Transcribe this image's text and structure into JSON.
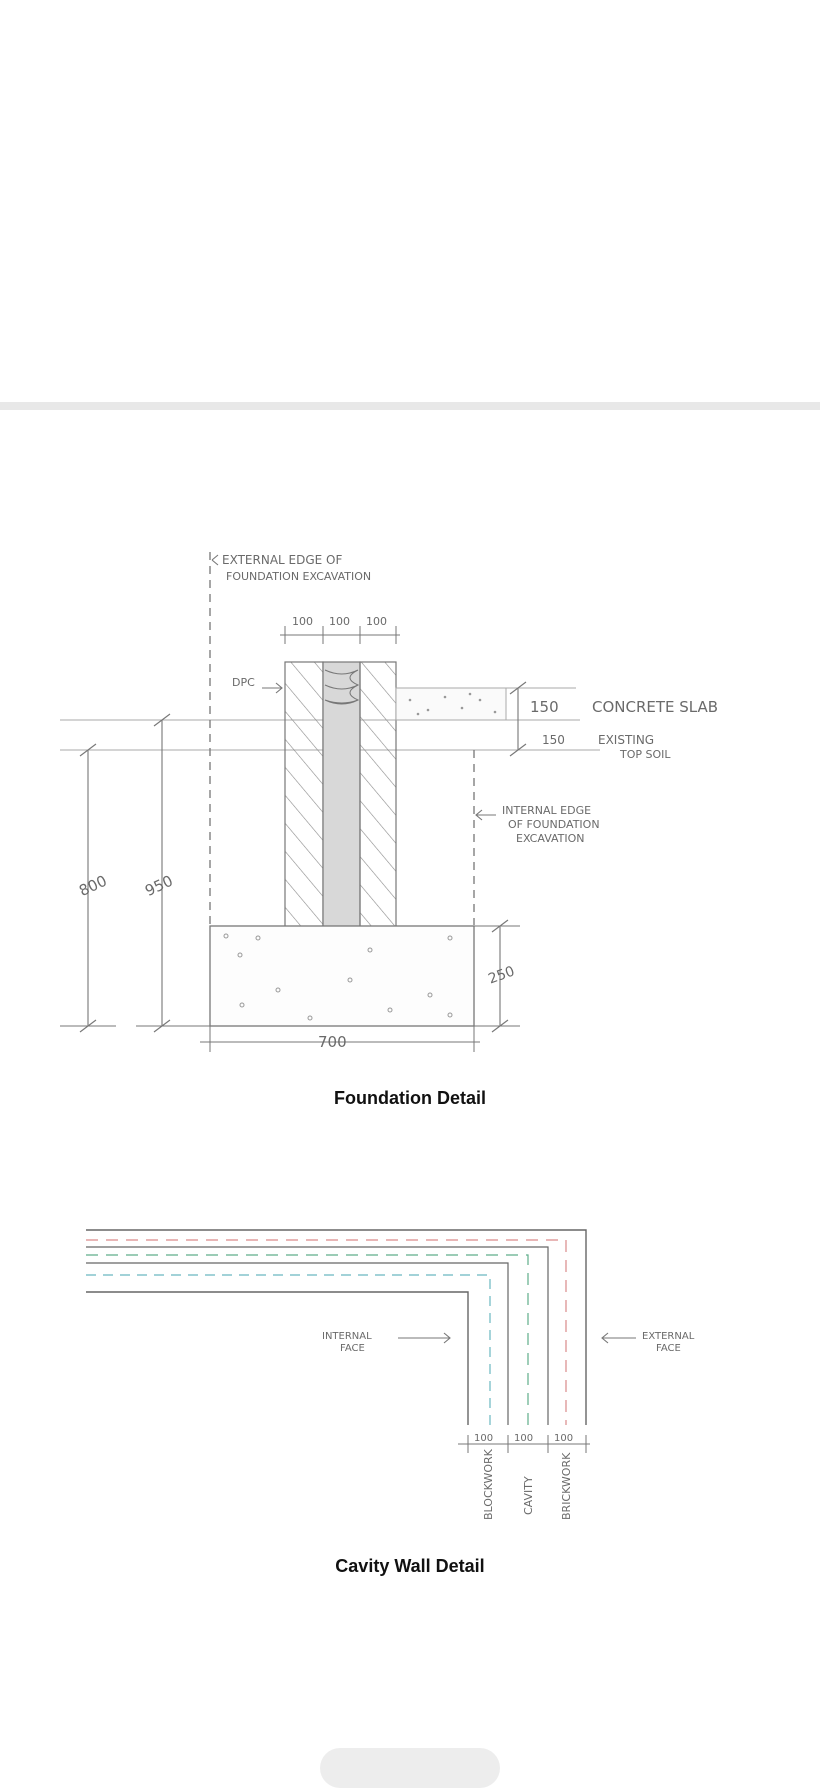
{
  "foundation": {
    "caption": "Foundation Detail",
    "labels": {
      "external_edge_1": "EXTERNAL EDGE OF",
      "external_edge_2": "FOUNDATION EXCAVATION",
      "dim_100_a": "100",
      "dim_100_b": "100",
      "dim_100_c": "100",
      "dpc": "DPC",
      "dim_150_slab": "150",
      "concrete_slab": "CONCRETE SLAB",
      "dim_150_soil": "150",
      "existing": "EXISTING",
      "top_soil": "TOP SOIL",
      "internal_edge_1": "INTERNAL EDGE",
      "internal_edge_2": "OF FOUNDATION",
      "internal_edge_3": "EXCAVATION",
      "dim_800": "800",
      "dim_950": "950",
      "dim_250": "250",
      "dim_700": "700"
    }
  },
  "cavity": {
    "caption": "Cavity Wall Detail",
    "labels": {
      "internal_face_1": "INTERNAL",
      "internal_face_2": "FACE",
      "external_face_1": "EXTERNAL",
      "external_face_2": "FACE",
      "dim_100_a": "100",
      "dim_100_b": "100",
      "dim_100_c": "100",
      "blockwork": "BLOCKWORK",
      "cavity": "CAVITY",
      "brickwork": "BRICKWORK"
    }
  },
  "colors": {
    "pencil": "#6a6a6a",
    "red_dash": "#d98a8a",
    "green_dash": "#5fae8a",
    "teal_dash": "#6ab8c0"
  }
}
